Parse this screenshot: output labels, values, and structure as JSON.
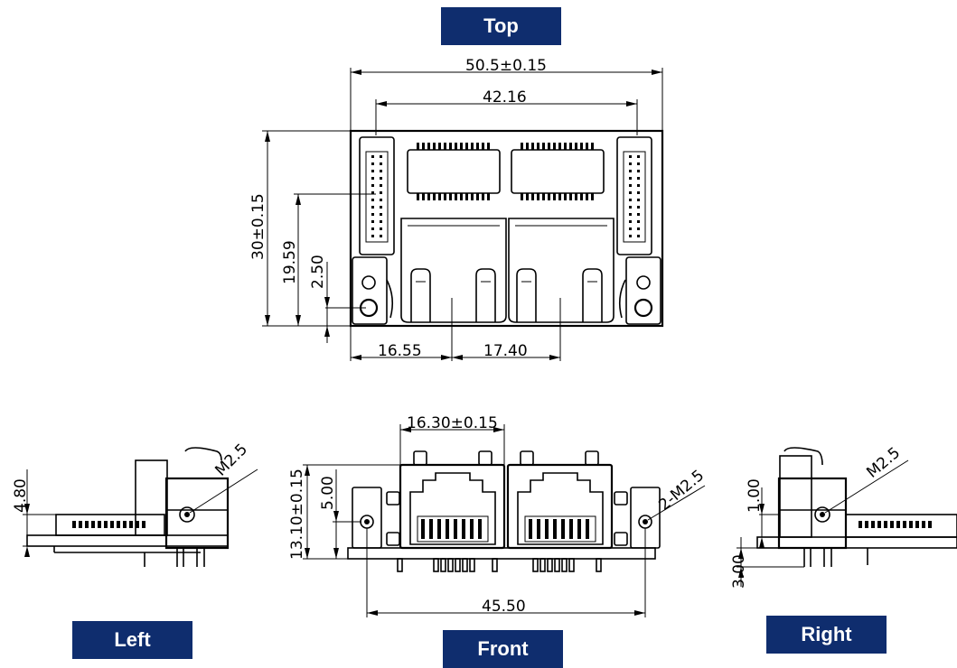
{
  "views": {
    "top": "Top",
    "left": "Left",
    "front": "Front",
    "right": "Right"
  },
  "dimensions": {
    "top_width": "50.5±0.15",
    "top_inner_width": "42.16",
    "top_height": "30±0.15",
    "top_hole_offset": "19.59",
    "top_hole_small": "2.50",
    "top_bottom_left": "16.55",
    "top_bottom_right": "17.40",
    "front_port_width": "16.30±0.15",
    "front_height": "13.10±0.15",
    "front_hole_height": "5.00",
    "front_screw": "2-M2.5",
    "front_hole_span": "45.50",
    "left_height": "4.80",
    "left_screw": "M2.5",
    "right_screw": "M2.5",
    "right_offset_top": "1.00",
    "right_offset_bottom": "3.00"
  },
  "colors": {
    "label_bg": "#0f2d6e",
    "label_text": "#ffffff",
    "line": "#000000"
  }
}
